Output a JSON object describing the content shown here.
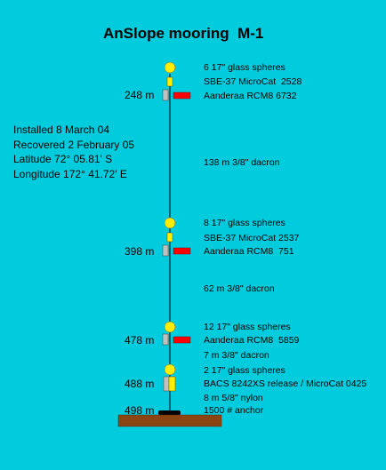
{
  "title": "AnSlope mooring  M-1",
  "deployment": {
    "installed": "Installed 8 March 04",
    "recovered": "Recovered 2 February 05",
    "latitude": "Latitude 72° 05.81' S",
    "longitude": "Longitude 172° 41.72' E"
  },
  "depths": {
    "d248": "248 m",
    "d398": "398 m",
    "d478": "478 m",
    "d488": "488 m",
    "d498": "498 m"
  },
  "components": {
    "floats_1": "6 17\" glass spheres",
    "microcat_1": "SBE-37 MicroCat  2528",
    "rcm_1": "Aanderaa RCM8 6732",
    "line_1": "138 m 3/8\" dacron",
    "floats_2": "8 17\" glass spheres",
    "microcat_2": "SBE-37 MicroCat 2537",
    "rcm_2": "Aanderaa RCM8  751",
    "line_2": "62 m 3/8\" dacron",
    "floats_3": "12 17\" glass spheres",
    "rcm_3": "Aanderaa RCM8  5859",
    "line_3": "7 m 3/8\" dacron",
    "floats_4": "2 17\" glass spheres",
    "release": "BACS 8242XS release / MicroCat 0425",
    "line_4": "8 m 5/8\" nylon",
    "anchor": "1500 # anchor"
  },
  "colors": {
    "background": "#00ccdd",
    "float": "#ffee00",
    "current_meter": "#ff0000",
    "instrument": "#c0c0c0",
    "seafloor": "#8b4513"
  }
}
